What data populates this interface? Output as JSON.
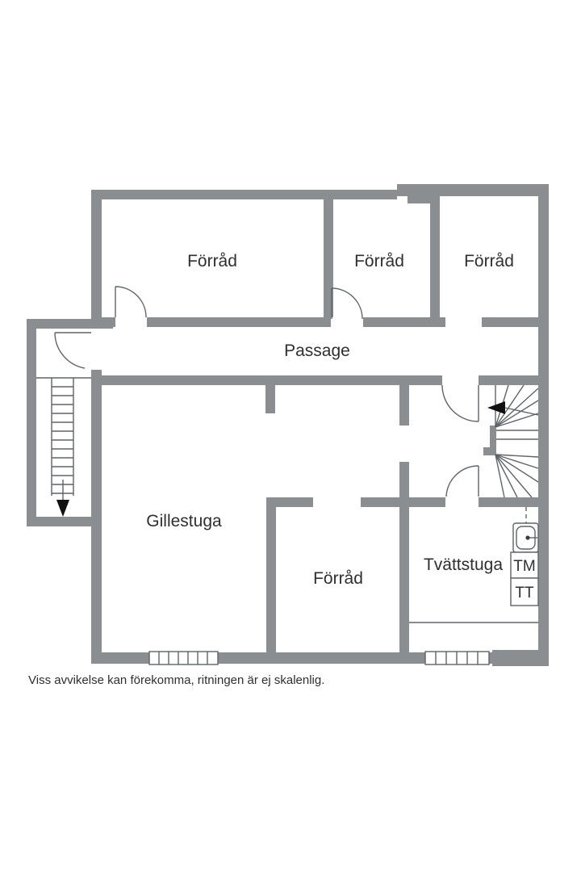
{
  "plan": {
    "rooms": [
      {
        "id": "forrad-top-left",
        "label": "Förråd"
      },
      {
        "id": "forrad-top-middle",
        "label": "Förråd"
      },
      {
        "id": "forrad-top-right",
        "label": "Förråd"
      },
      {
        "id": "passage",
        "label": "Passage"
      },
      {
        "id": "gillestuga",
        "label": "Gillestuga"
      },
      {
        "id": "forrad-bottom",
        "label": "Förråd"
      },
      {
        "id": "tvattstuga",
        "label": "Tvättstuga"
      }
    ],
    "appliances": {
      "washing_machine": "TM",
      "dryer": "TT"
    },
    "disclaimer": "Viss avvikelse kan förekomma, ritningen är ej skalenlig.",
    "colors": {
      "wall": "#8a8e90",
      "thin_line": "#5f6468",
      "text": "#2d2f31",
      "background": "#ffffff"
    }
  }
}
